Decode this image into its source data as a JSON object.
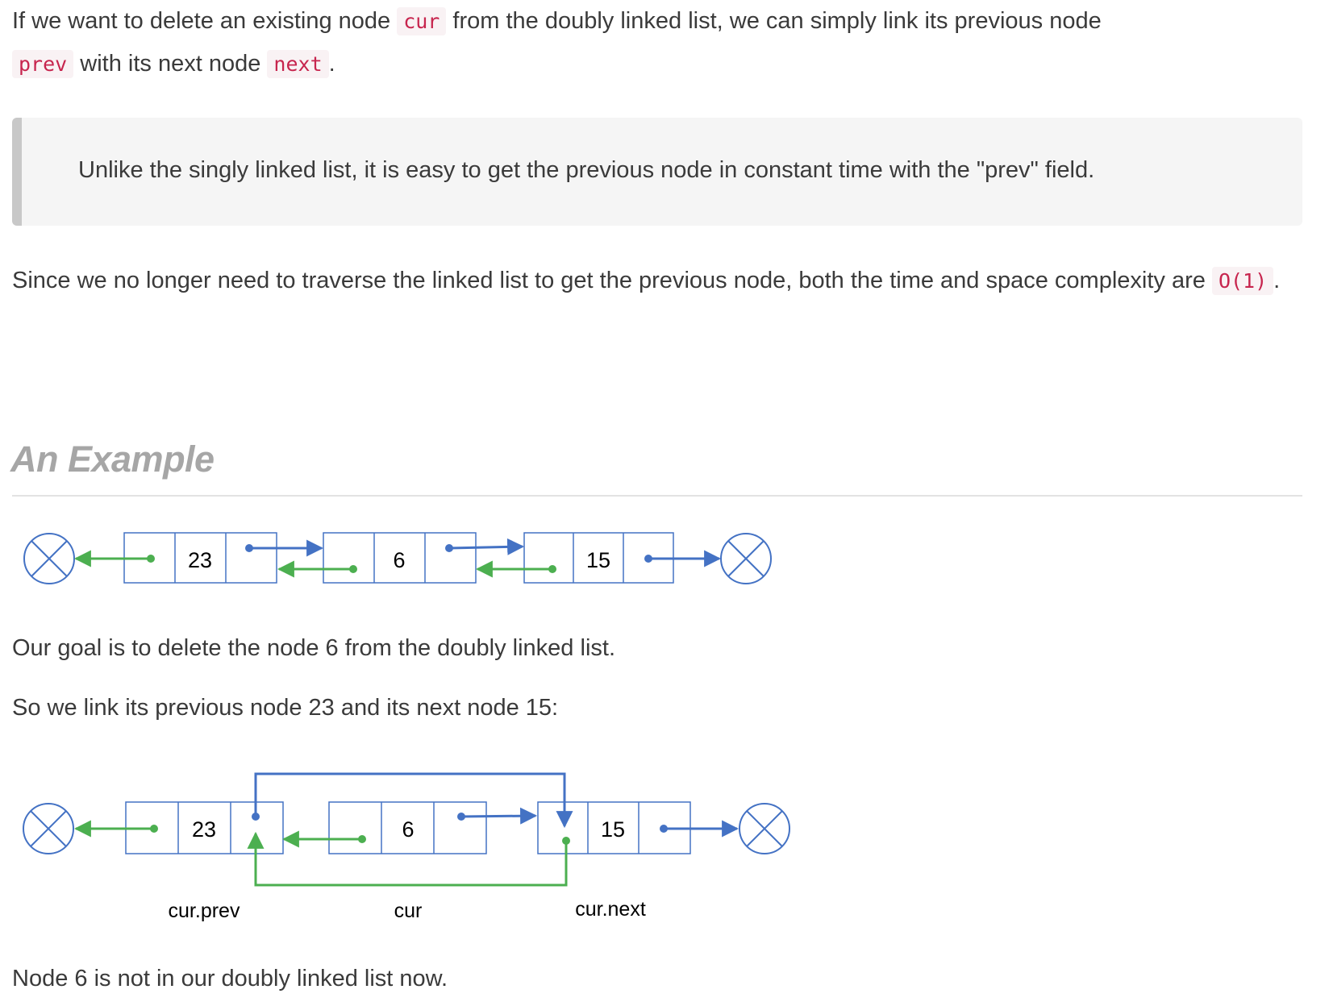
{
  "intro": {
    "t1": "If we want to delete an existing node",
    "c1": "cur",
    "t2": "from the doubly linked list, we can simply link its previous node",
    "c2": "prev",
    "t3": "with its next node",
    "c3": "next",
    "t4": "."
  },
  "callout": {
    "text": "Unlike the singly linked list, it is easy to get the previous node in constant time with the \"prev\" field."
  },
  "complexity": {
    "t1": "Since we no longer need to traverse the linked list to get the previous node, both the time and space complexity are",
    "c1": "O(1)",
    "t2": "."
  },
  "example_heading": "An Example",
  "diagram1": {
    "nodes": [
      "23",
      "6",
      "15"
    ]
  },
  "goal_text": "Our goal is to delete the node 6 from the doubly linked list.",
  "link_text": "So we link its previous node 23 and its next node 15:",
  "diagram2": {
    "nodes": [
      "23",
      "6",
      "15"
    ],
    "labels": [
      "cur.prev",
      "cur",
      "cur.next"
    ]
  },
  "colors": {
    "node_border": "#4472c4",
    "next_arrow": "#4472c4",
    "prev_arrow": "#4caf50"
  },
  "final_text": "Node 6 is not in our doubly linked list now."
}
